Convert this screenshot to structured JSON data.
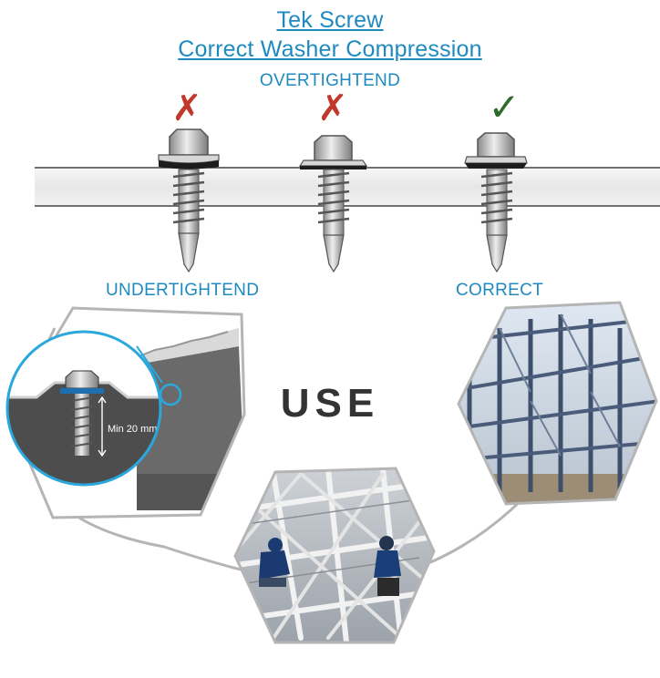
{
  "title": {
    "line1": "Tek Screw",
    "line2": "Correct Washer Compression"
  },
  "labels": {
    "overtightened": "OVERTIGHTEND",
    "undertightened": "UNDERTIGHTEND",
    "correct": "CORRECT"
  },
  "marks": {
    "undertightened": "✗",
    "overtightened": "✗",
    "correct": "✓"
  },
  "use_heading": "USE",
  "inset_measure": "Min 20 mm",
  "colors": {
    "accent": "#1f8ac0",
    "wrong": "#c0392b",
    "right": "#2e6b2a",
    "hex_border": "#b5b5b5"
  }
}
